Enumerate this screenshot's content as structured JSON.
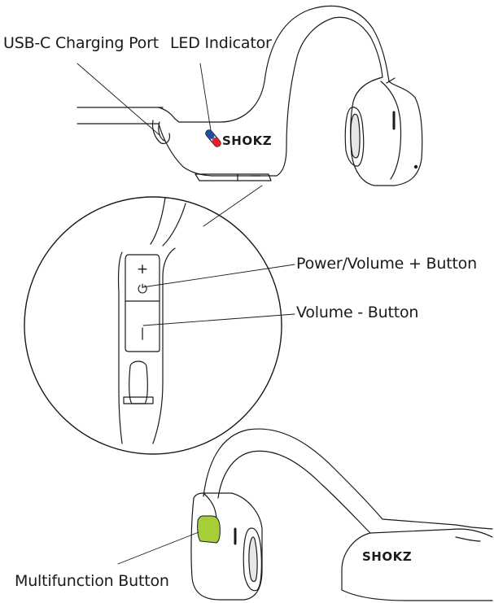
{
  "labels": {
    "usb_port": "USB-C Charging Port",
    "led_indicator": "LED Indicator",
    "power_volume_plus": "Power/Volume + Button",
    "volume_minus": "Volume - Button",
    "multifunction": "Multifunction Button"
  },
  "brand": {
    "logo_top": "SHOKZ",
    "logo_bottom": "SHOKZ"
  },
  "buttons": {
    "plus_symbol": "+",
    "power_symbol": "⏻",
    "minus_symbol": "|"
  },
  "colors": {
    "led_red": "#e2232a",
    "led_blue": "#1f4fa3",
    "multifunction_green": "#a6ce39",
    "outline": "#1a1a1a"
  },
  "icons": {
    "power": "power-icon",
    "plus": "plus-icon",
    "minus": "minus-icon"
  }
}
